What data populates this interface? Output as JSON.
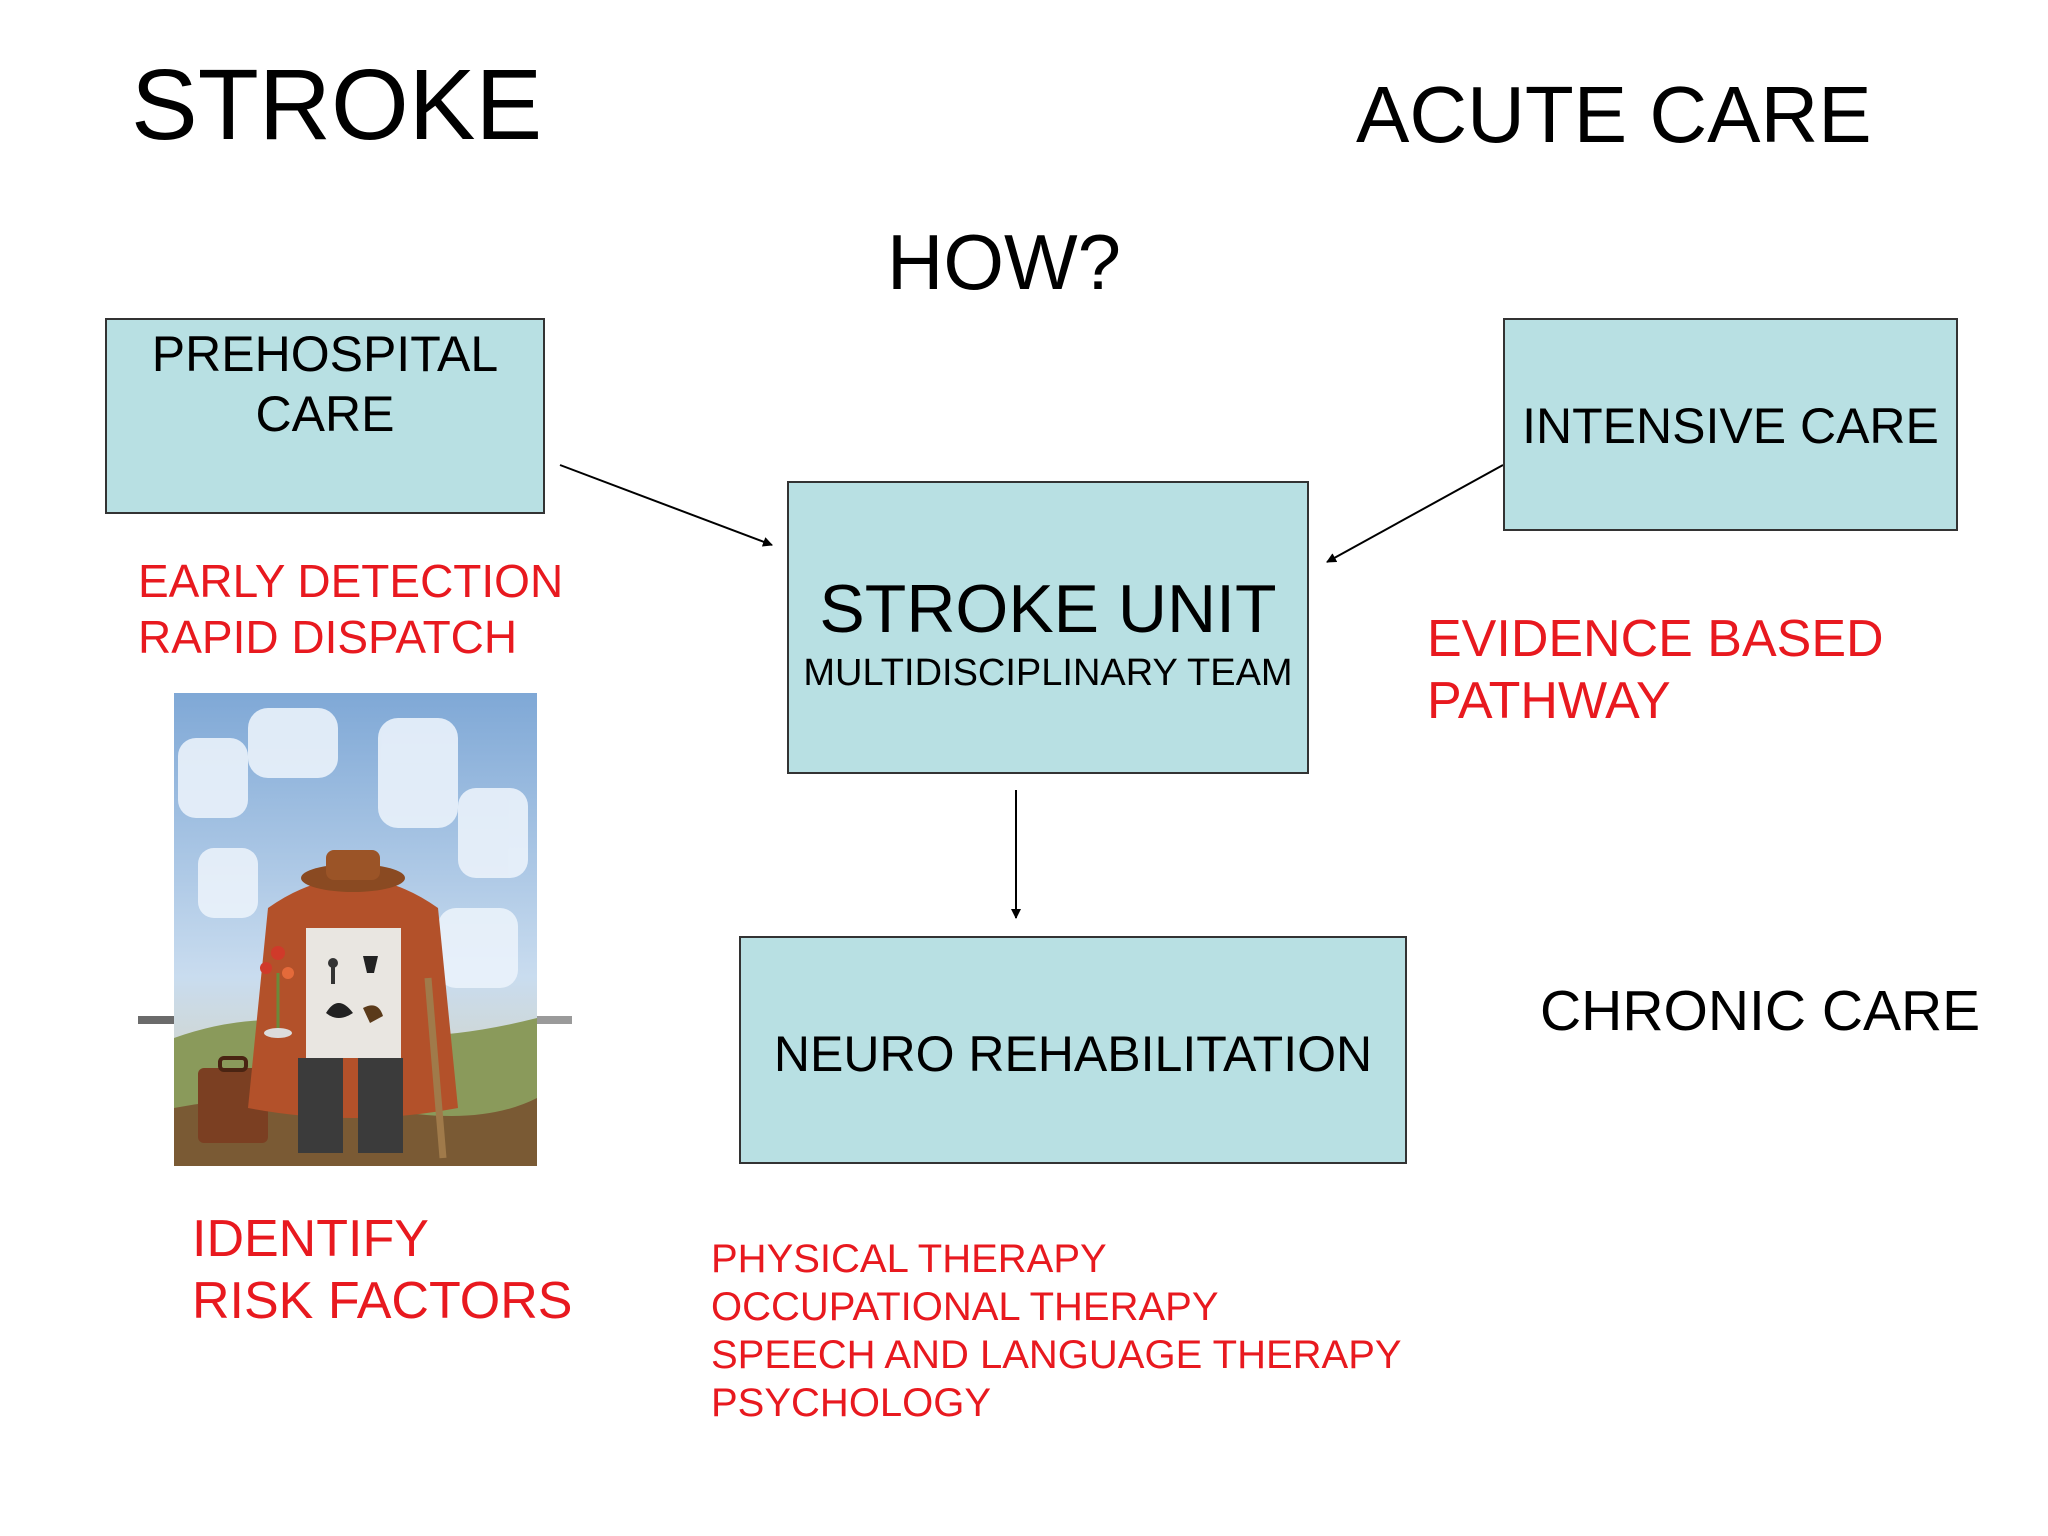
{
  "title": "STROKE",
  "subtitle_right": "ACUTE CARE",
  "question": "HOW?",
  "boxes": {
    "prehospital": [
      "PREHOSPITAL",
      "CARE"
    ],
    "intensive": "INTENSIVE CARE",
    "stroke_unit": "STROKE UNIT",
    "stroke_unit_sub": "MULTIDISCIPLINARY TEAM",
    "neuro": "NEURO REHABILITATION"
  },
  "notes": {
    "early": [
      "EARLY DETECTION",
      "RAPID DISPATCH"
    ],
    "evidence": [
      "EVIDENCE BASED",
      "PATHWAY"
    ],
    "identify": [
      "IDENTIFY",
      "RISK FACTORS"
    ],
    "therapies": [
      "PHYSICAL THERAPY",
      "OCCUPATIONAL THERAPY",
      "SPEECH AND LANGUAGE THERAPY",
      "PSYCHOLOGY"
    ],
    "chronic": "CHRONIC CARE"
  },
  "colors": {
    "box_fill": "#b8e0e3",
    "emphasis_red": "#e8191f"
  }
}
